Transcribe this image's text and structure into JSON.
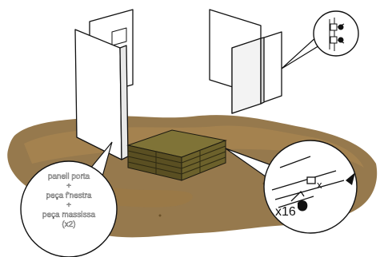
{
  "left_callout": {
    "lines": [
      "paneil porta",
      "+",
      "peça f'nestra",
      "+",
      "peça massissa",
      "(x2)"
    ]
  },
  "right_detail": {
    "label_x": "x",
    "label_qty": "x16"
  },
  "colors": {
    "ground": "#8b6a3a",
    "ground_light": "#b08a52",
    "stack_top": "#7f7337",
    "stack_side": "#5a4f22",
    "line": "#111111",
    "panel_fill": "#ffffff"
  }
}
